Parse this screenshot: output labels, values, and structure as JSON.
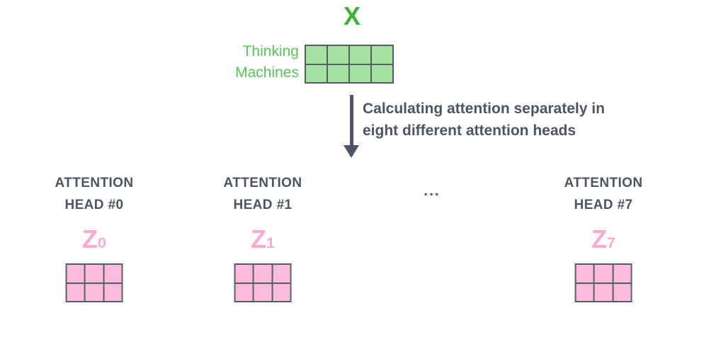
{
  "colors": {
    "green_bright": "#3cb43c",
    "green_text": "#57c657",
    "green_fill": "#a4e0a0",
    "pink_text": "#f9abd3",
    "pink_fill": "#fcbbdc",
    "slate": "#4b5563",
    "border_dark": "#565c63"
  },
  "input_matrix": {
    "label": "X",
    "caption_line1": "Thinking",
    "caption_line2": "Machines",
    "grid": {
      "rows": 2,
      "cols": 4
    }
  },
  "arrow": {
    "caption_line1": "Calculating attention separately in",
    "caption_line2": "eight different attention heads"
  },
  "ellipsis": "...",
  "heads": [
    {
      "title_line1": "ATTENTION",
      "title_line2": "HEAD #0",
      "z_base": "Z",
      "z_sub": "0",
      "grid": {
        "rows": 2,
        "cols": 3
      }
    },
    {
      "title_line1": "ATTENTION",
      "title_line2": "HEAD #1",
      "z_base": "Z",
      "z_sub": "1",
      "grid": {
        "rows": 2,
        "cols": 3
      }
    },
    {
      "title_line1": "ATTENTION",
      "title_line2": "HEAD #7",
      "z_base": "Z",
      "z_sub": "7",
      "grid": {
        "rows": 2,
        "cols": 3
      }
    }
  ]
}
